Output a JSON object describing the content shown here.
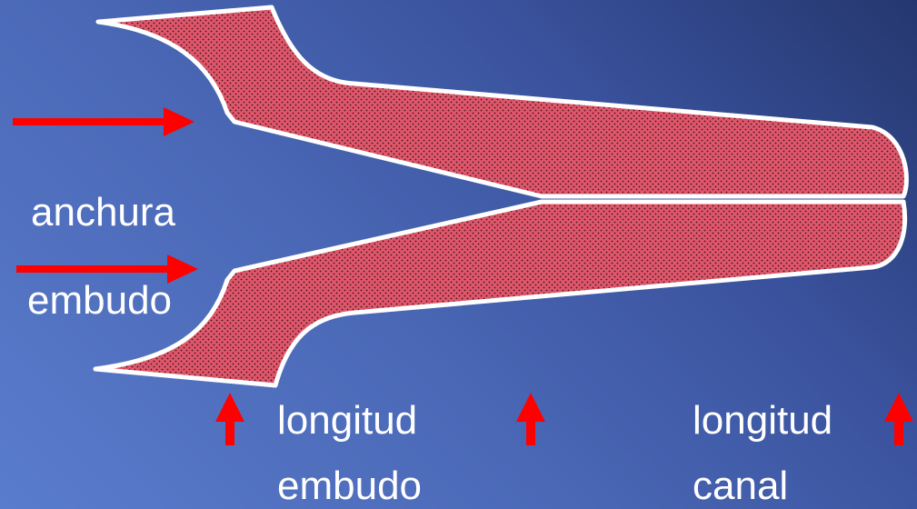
{
  "labels": {
    "width_line1": "anchura",
    "width_line2": "embudo",
    "funnel_length_line1": "longitud",
    "funnel_length_line2": "embudo",
    "canal_length_line1": "longitud",
    "canal_length_line2": "canal"
  },
  "colors": {
    "shape_fill": "#e0566a",
    "shape_dots": "#3a1620",
    "outline": "#ffffff",
    "arrow": "#ff0000",
    "background_light": "#5a7ccc",
    "background_dark": "#25376f"
  },
  "arrows": {
    "horizontal_count": 2,
    "vertical_count": 3,
    "horizontal_direction": "right",
    "vertical_direction": "up"
  }
}
